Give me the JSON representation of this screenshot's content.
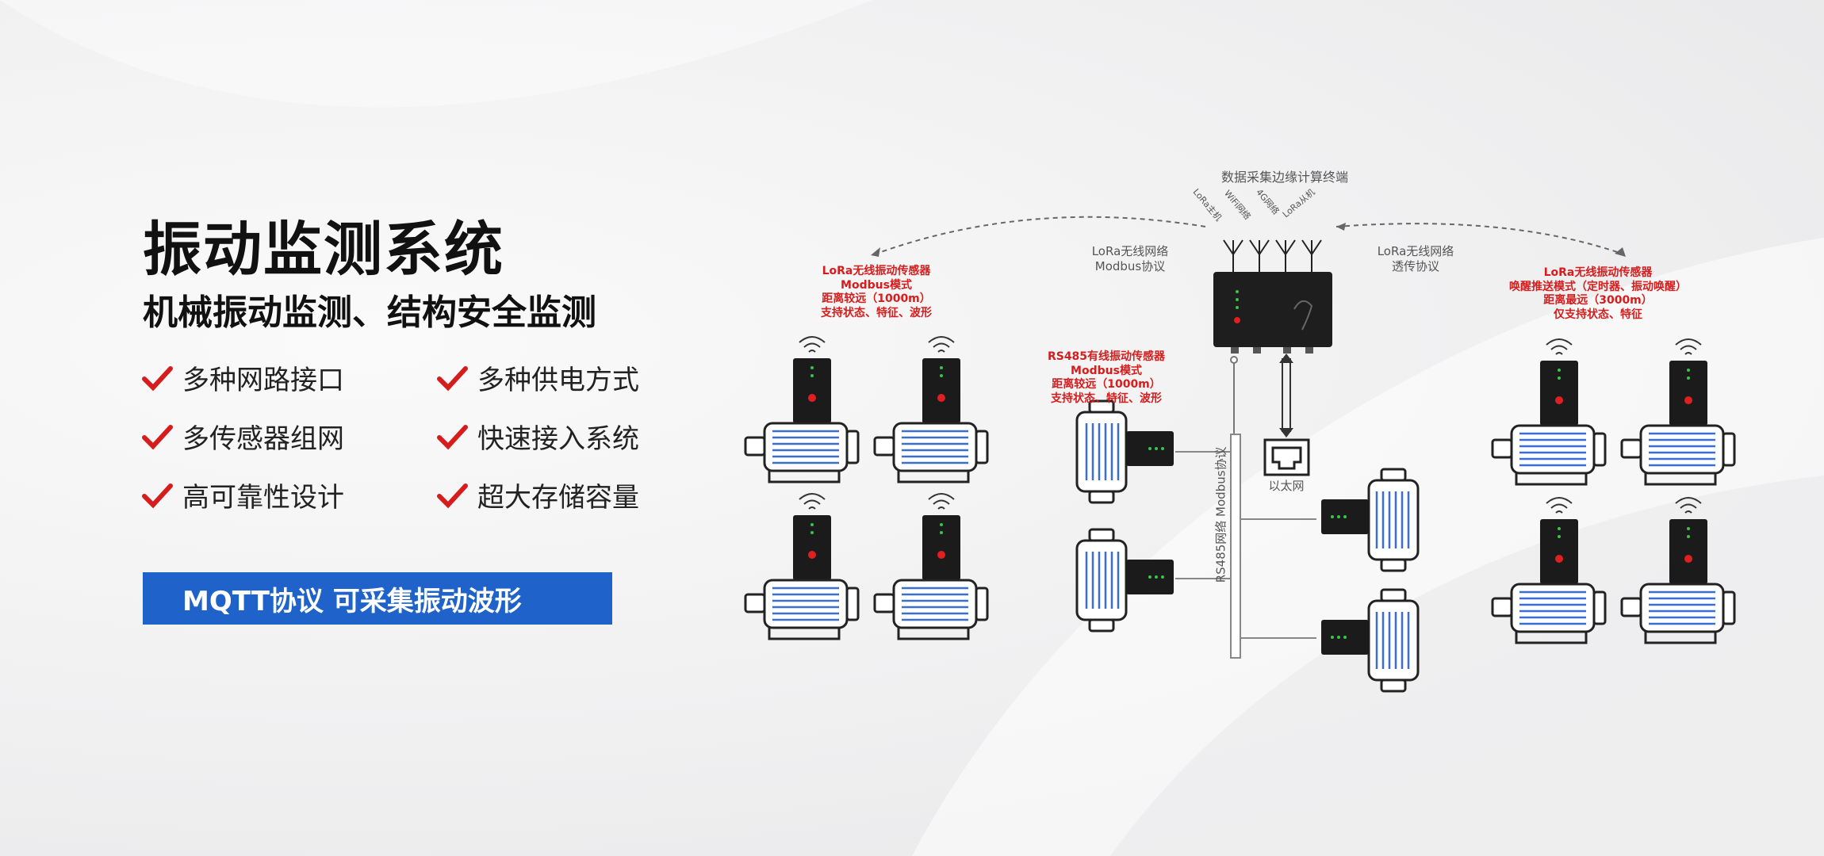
{
  "headline": {
    "title": "振动监测系统",
    "subtitle": "机械振动监测、结构安全监测"
  },
  "features": [
    "多种网路接口",
    "多种供电方式",
    "多传感器组网",
    "快速接入系统",
    "高可靠性设计",
    "超大存储容量"
  ],
  "cta": "MQTT协议 可采集振动波形",
  "diagram": {
    "gateway_title": "数据采集边缘计算终端",
    "antennas": [
      "LoRa主机",
      "WiFi网络",
      "4G网络",
      "LoRa从机"
    ],
    "left_link": [
      "LoRa无线网络",
      "Modbus协议"
    ],
    "right_link": [
      "LoRa无线网络",
      "透传协议"
    ],
    "left_group": [
      "LoRa无线振动传感器",
      "Modbus模式",
      "距离较远（1000m）",
      "支持状态、特征、波形"
    ],
    "middle_group": [
      "RS485有线振动传感器",
      "Modbus模式",
      "距离较远（1000m）",
      "支持状态、特征、波形"
    ],
    "right_group": [
      "LoRa无线振动传感器",
      "唤醒推送模式（定时器、振动唤醒）",
      "距离最远（3000m）",
      "仅支持状态、特征"
    ],
    "ethernet": "以太网",
    "bus_label": "RS485网络 Modbus协议"
  },
  "colors": {
    "accent": "#1f62c9",
    "check": "#d51d1d",
    "label_red": "#d51d1d"
  }
}
